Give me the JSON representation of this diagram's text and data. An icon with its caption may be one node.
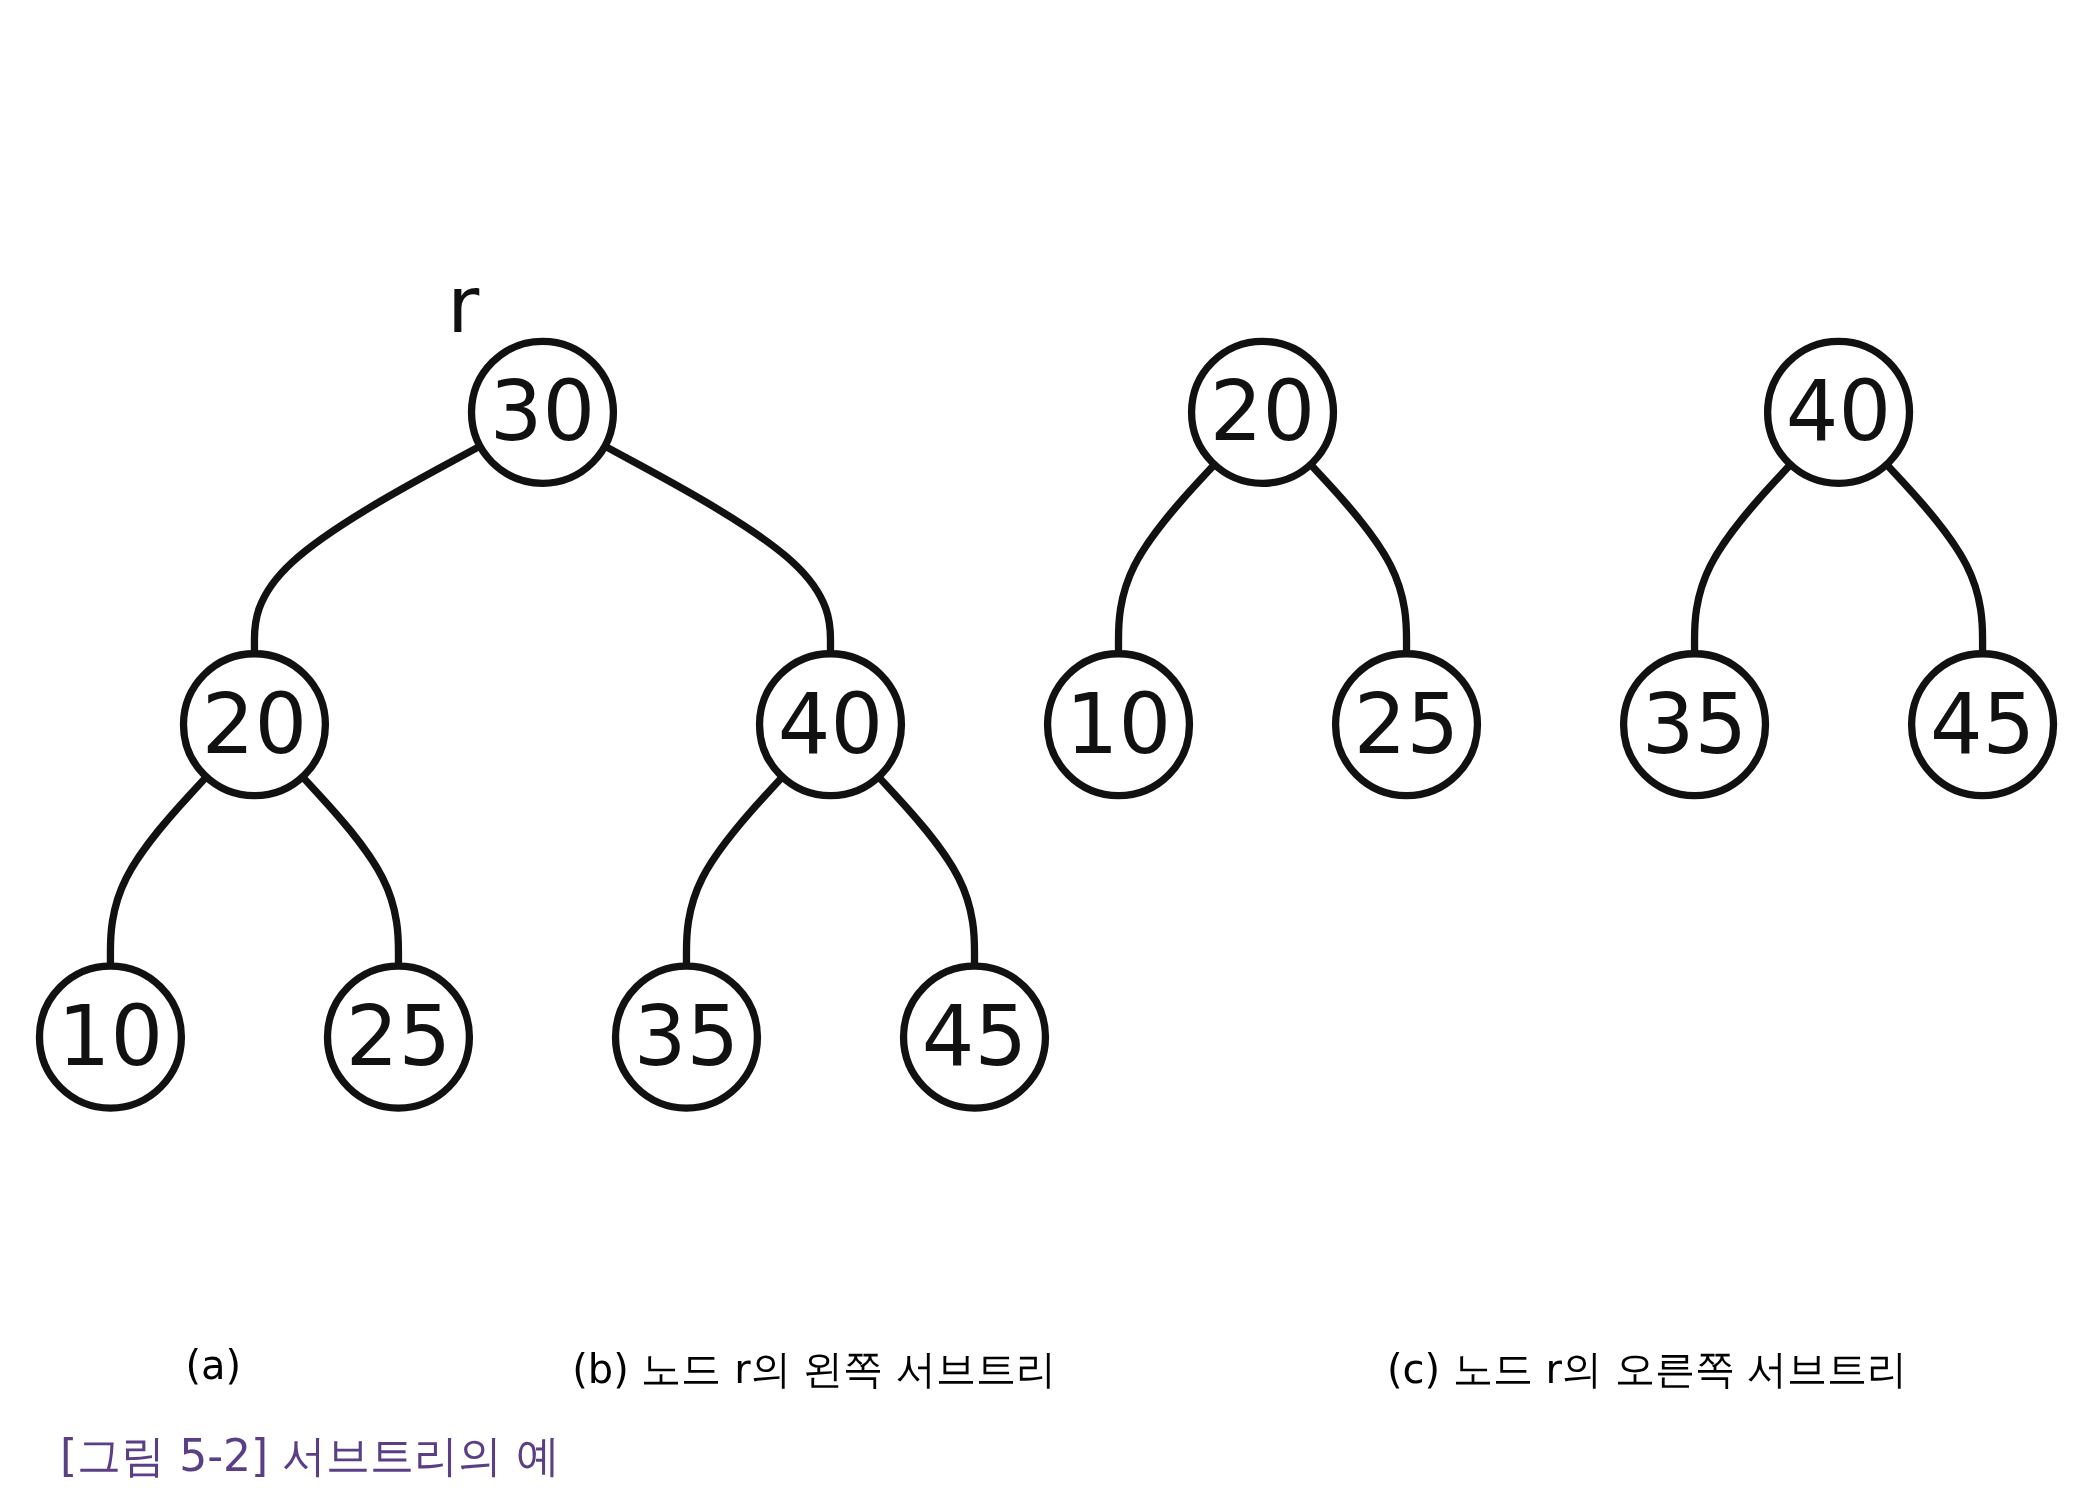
{
  "diagram": {
    "caption": "[그림 5-2] 서브트리의 예",
    "nodes": [
      {
        "text": [
          "30"
        ],
        "beside": [
          "r"
        ]
      },
      {
        "text": [
          "20"
        ]
      },
      {
        "text": [
          "40"
        ]
      },
      {
        "text": [
          "10"
        ]
      },
      {
        "text": [
          "25"
        ]
      },
      {
        "text": [
          "35"
        ]
      },
      {
        "text": [
          "45"
        ]
      },
      {
        "text": [
          "20"
        ]
      },
      {
        "text": [
          "10"
        ]
      },
      {
        "text": [
          "25"
        ]
      },
      {
        "text": [
          "40"
        ]
      },
      {
        "text": [
          "35"
        ]
      },
      {
        "text": [
          "45"
        ]
      }
    ],
    "edges": [
      {
        "from": 0,
        "to": 1,
        "arrow": "none"
      },
      {
        "from": 0,
        "to": 2,
        "arrow": "none"
      },
      {
        "from": 1,
        "to": 3,
        "arrow": "none"
      },
      {
        "from": 1,
        "to": 4,
        "arrow": "none"
      },
      {
        "from": 2,
        "to": 5,
        "arrow": "none"
      },
      {
        "from": 2,
        "to": 6,
        "arrow": "none"
      },
      {
        "from": 7,
        "to": 8,
        "arrow": "none"
      },
      {
        "from": 7,
        "to": 9,
        "arrow": "none"
      },
      {
        "from": 10,
        "to": 11,
        "arrow": "none"
      },
      {
        "from": 10,
        "to": 12,
        "arrow": "none"
      }
    ],
    "labels": [
      "(a)",
      "(b) 노드 r의 왼쪽 서브트리",
      "(c) 노드 r의 오른쪽 서브트리"
    ]
  }
}
